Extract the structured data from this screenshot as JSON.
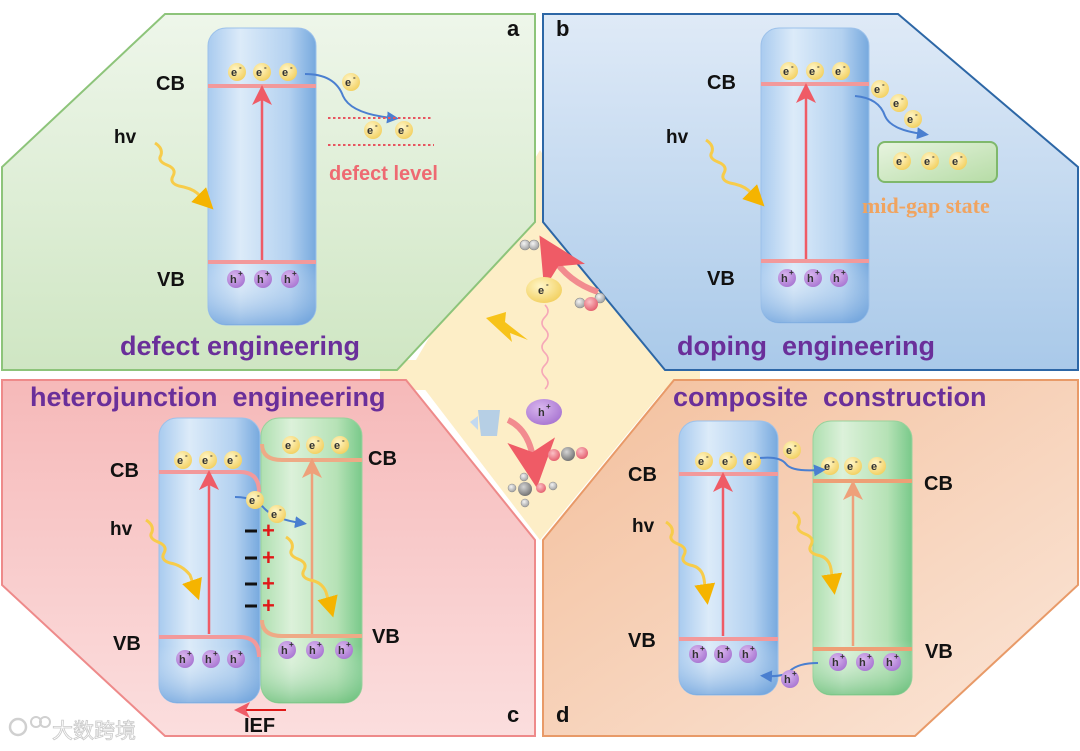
{
  "figure": {
    "center": {
      "electron": "e",
      "hole": "h",
      "electron_sup": "-",
      "hole_sup": "+"
    },
    "panels": [
      {
        "id": "a",
        "letter": "a",
        "title": "defect engineering",
        "cb": "CB",
        "vb": "VB",
        "hv": "hv",
        "annotation": "defect level",
        "colors": {
          "bg": "#d9ecd0",
          "border": "#8dc47a"
        }
      },
      {
        "id": "b",
        "letter": "b",
        "title": "doping  engineering",
        "cb": "CB",
        "vb": "VB",
        "hv": "hv",
        "annotation": "mid-gap state",
        "colors": {
          "bg": "#bcd6ee",
          "border": "#2d67a6"
        }
      },
      {
        "id": "c",
        "letter": "c",
        "title": "heterojunction  engineering",
        "cb_left": "CB",
        "vb_left": "VB",
        "cb_right": "CB",
        "vb_right": "VB",
        "hv": "hv",
        "field": "IEF",
        "colors": {
          "bg": "#f8c9c9",
          "border": "#ee8a8a"
        }
      },
      {
        "id": "d",
        "letter": "d",
        "title": "composite  construction",
        "cb_left": "CB",
        "vb_left": "VB",
        "cb_right": "CB",
        "vb_right": "VB",
        "hv": "hv",
        "colors": {
          "bg": "#f6cfb3",
          "border": "#e89a68"
        }
      }
    ],
    "watermark": "大数跨境"
  }
}
